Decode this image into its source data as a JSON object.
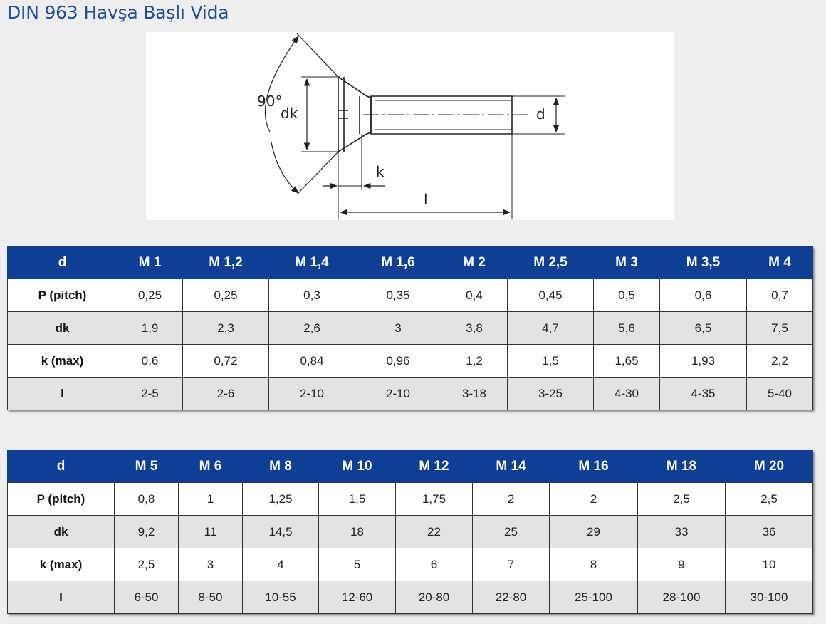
{
  "page": {
    "title": "DIN 963 Havşa Başlı Vida"
  },
  "drawing": {
    "labels": {
      "angle": "90°",
      "dk": "dk",
      "d": "d",
      "k": "k",
      "l": "l"
    }
  },
  "tables": [
    {
      "header_label": "d",
      "columns": [
        "M 1",
        "M 1,2",
        "M 1,4",
        "M 1,6",
        "M 2",
        "M 2,5",
        "M 3",
        "M 3,5",
        "M 4"
      ],
      "rows": [
        {
          "label": "P (pitch)",
          "values": [
            "0,25",
            "0,25",
            "0,3",
            "0,35",
            "0,4",
            "0,45",
            "0,5",
            "0,6",
            "0,7"
          ]
        },
        {
          "label": "dk",
          "values": [
            "1,9",
            "2,3",
            "2,6",
            "3",
            "3,8",
            "4,7",
            "5,6",
            "6,5",
            "7,5"
          ]
        },
        {
          "label": "k (max)",
          "values": [
            "0,6",
            "0,72",
            "0,84",
            "0,96",
            "1,2",
            "1,5",
            "1,65",
            "1,93",
            "2,2"
          ]
        },
        {
          "label": "l",
          "values": [
            "2-5",
            "2-6",
            "2-10",
            "2-10",
            "3-18",
            "3-25",
            "4-30",
            "4-35",
            "5-40"
          ]
        }
      ]
    },
    {
      "header_label": "d",
      "columns": [
        "M 5",
        "M 6",
        "M 8",
        "M 10",
        "M 12",
        "M 14",
        "M 16",
        "M 18",
        "M 20"
      ],
      "rows": [
        {
          "label": "P (pitch)",
          "values": [
            "0,8",
            "1",
            "1,25",
            "1,5",
            "1,75",
            "2",
            "2",
            "2,5",
            "2,5"
          ]
        },
        {
          "label": "dk",
          "values": [
            "9,2",
            "11",
            "14,5",
            "18",
            "22",
            "25",
            "29",
            "33",
            "36"
          ]
        },
        {
          "label": "k (max)",
          "values": [
            "2,5",
            "3",
            "4",
            "5",
            "6",
            "7",
            "8",
            "9",
            "10"
          ]
        },
        {
          "label": "l",
          "values": [
            "6-50",
            "8-50",
            "10-55",
            "12-60",
            "20-80",
            "22-80",
            "25-100",
            "28-100",
            "30-100"
          ]
        }
      ]
    }
  ],
  "colors": {
    "title": "#1f4f9c",
    "header_bg": "#0e3f94",
    "header_text": "#ffffff",
    "alt_row_bg": "#e3e3e3"
  }
}
